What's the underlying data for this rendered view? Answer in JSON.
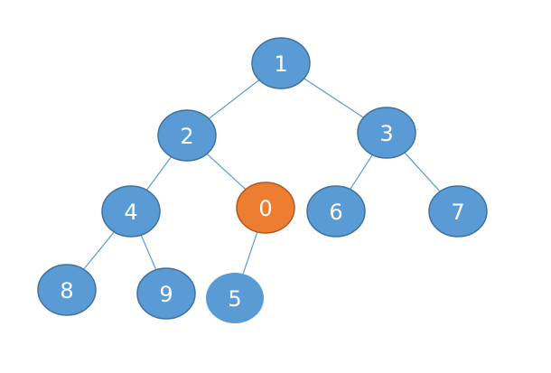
{
  "diagram": {
    "colors": {
      "node_fill": "#5b9bd5",
      "node_stroke": "#41719c",
      "highlight_fill": "#ed7d31",
      "highlight_stroke": "#ae5a21",
      "edge": "#5b9bd5",
      "label": "#ffffff"
    },
    "nodes": [
      {
        "id": "n1",
        "label": "1",
        "highlight": false,
        "outline": true
      },
      {
        "id": "n2",
        "label": "2",
        "highlight": false,
        "outline": true
      },
      {
        "id": "n3",
        "label": "3",
        "highlight": false,
        "outline": true
      },
      {
        "id": "n4",
        "label": "4",
        "highlight": false,
        "outline": true
      },
      {
        "id": "n0",
        "label": "0",
        "highlight": true,
        "outline": true
      },
      {
        "id": "n6",
        "label": "6",
        "highlight": false,
        "outline": true
      },
      {
        "id": "n7",
        "label": "7",
        "highlight": false,
        "outline": true
      },
      {
        "id": "n8",
        "label": "8",
        "highlight": false,
        "outline": true
      },
      {
        "id": "n9",
        "label": "9",
        "highlight": false,
        "outline": true
      },
      {
        "id": "n5",
        "label": "5",
        "highlight": false,
        "outline": false
      }
    ],
    "edges": [
      {
        "from": "n1",
        "to": "n2"
      },
      {
        "from": "n1",
        "to": "n3"
      },
      {
        "from": "n2",
        "to": "n4"
      },
      {
        "from": "n2",
        "to": "n0"
      },
      {
        "from": "n3",
        "to": "n6"
      },
      {
        "from": "n3",
        "to": "n7"
      },
      {
        "from": "n4",
        "to": "n8"
      },
      {
        "from": "n4",
        "to": "n9"
      },
      {
        "from": "n0",
        "to": "n5"
      }
    ]
  }
}
